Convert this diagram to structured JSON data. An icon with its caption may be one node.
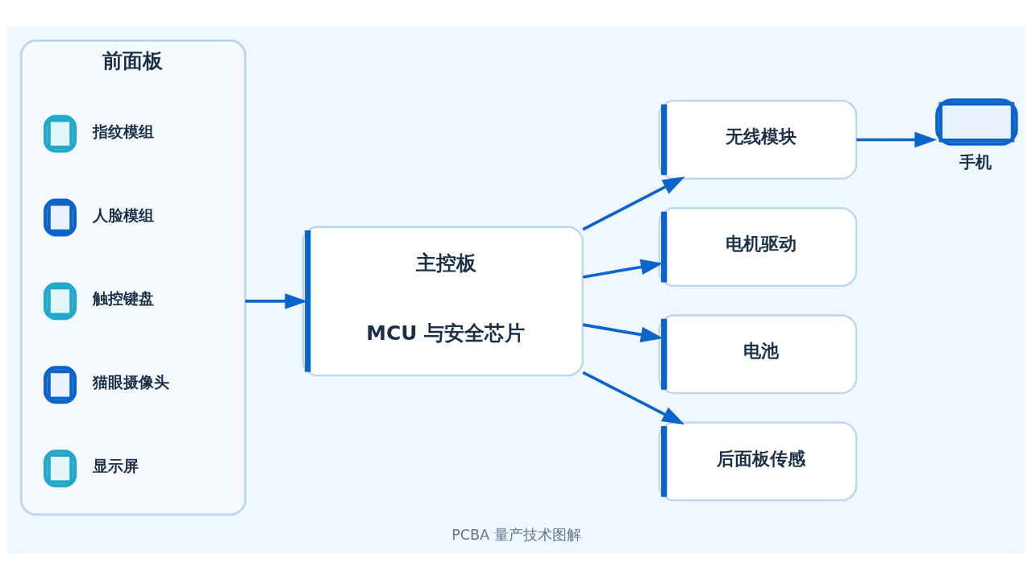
{
  "diagram": {
    "caption": "PCBA 量产技术图解",
    "nodes": [
      {
        "text": [
          "前面板"
        ]
      },
      {
        "text": [
          "指纹模组"
        ],
        "in": 0
      },
      {
        "text": [
          "人脸模组"
        ],
        "in": 0
      },
      {
        "text": [
          "触控键盘"
        ],
        "in": 0
      },
      {
        "text": [
          "猫眼摄像头"
        ],
        "in": 0
      },
      {
        "text": [
          "显示屏"
        ],
        "in": 0
      },
      {
        "text": [
          "主控板",
          "MCU 与安全芯片"
        ]
      },
      {
        "text": [
          "无线模块"
        ]
      },
      {
        "text": [
          "手机"
        ]
      },
      {
        "text": [
          "电机驱动"
        ]
      },
      {
        "text": [
          "电池"
        ]
      },
      {
        "text": [
          "后面板传感"
        ]
      }
    ],
    "edges": [
      {
        "from": 0,
        "to": 6,
        "arrow": "to"
      },
      {
        "from": 6,
        "to": 7,
        "arrow": "to"
      },
      {
        "from": 7,
        "to": 8,
        "arrow": "to"
      },
      {
        "from": 6,
        "to": 9,
        "arrow": "to"
      },
      {
        "from": 6,
        "to": 10,
        "arrow": "to"
      },
      {
        "from": 6,
        "to": 11,
        "arrow": "to"
      }
    ]
  }
}
